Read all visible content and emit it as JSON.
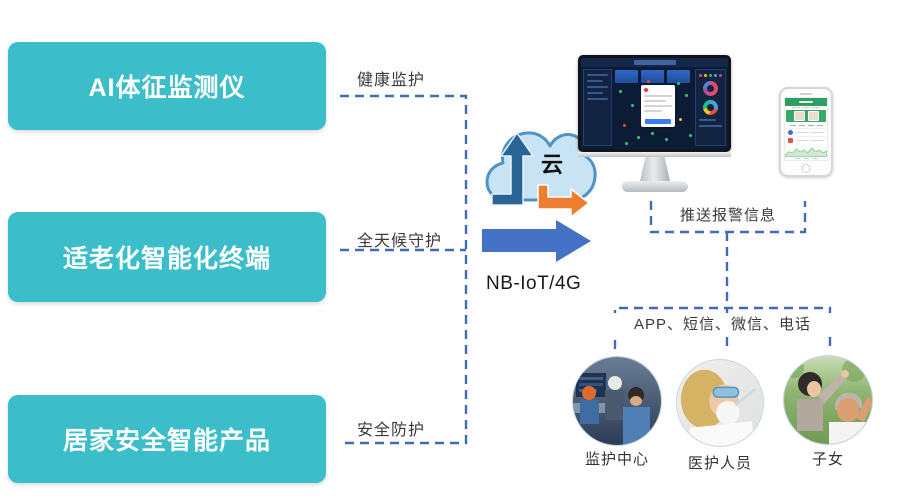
{
  "diagram": {
    "products": [
      {
        "label": "AI体征监测仪",
        "link_label": "健康监护"
      },
      {
        "label": "适老化智能化终端",
        "link_label": "全天候守护"
      },
      {
        "label": "居家安全智能产品",
        "link_label": "安全防护"
      }
    ],
    "cloud_label": "云",
    "network_label": "NB-IoT/4G",
    "push_label": "推送报警信息",
    "channels_label": "APP、短信、微信、电话",
    "recipients": [
      {
        "label": "监护中心"
      },
      {
        "label": "医护人员"
      },
      {
        "label": "子女"
      }
    ],
    "colors": {
      "box_teal": "#3BBECA",
      "dashed_line_blue": "#3F6CB5",
      "arrow_blue": "#4472C4",
      "arrow_orange": "#ED7D31",
      "cloud_fill": "#C7E3F4",
      "cloud_stroke": "#4E92C6",
      "app_green": "#2F9E63"
    }
  }
}
